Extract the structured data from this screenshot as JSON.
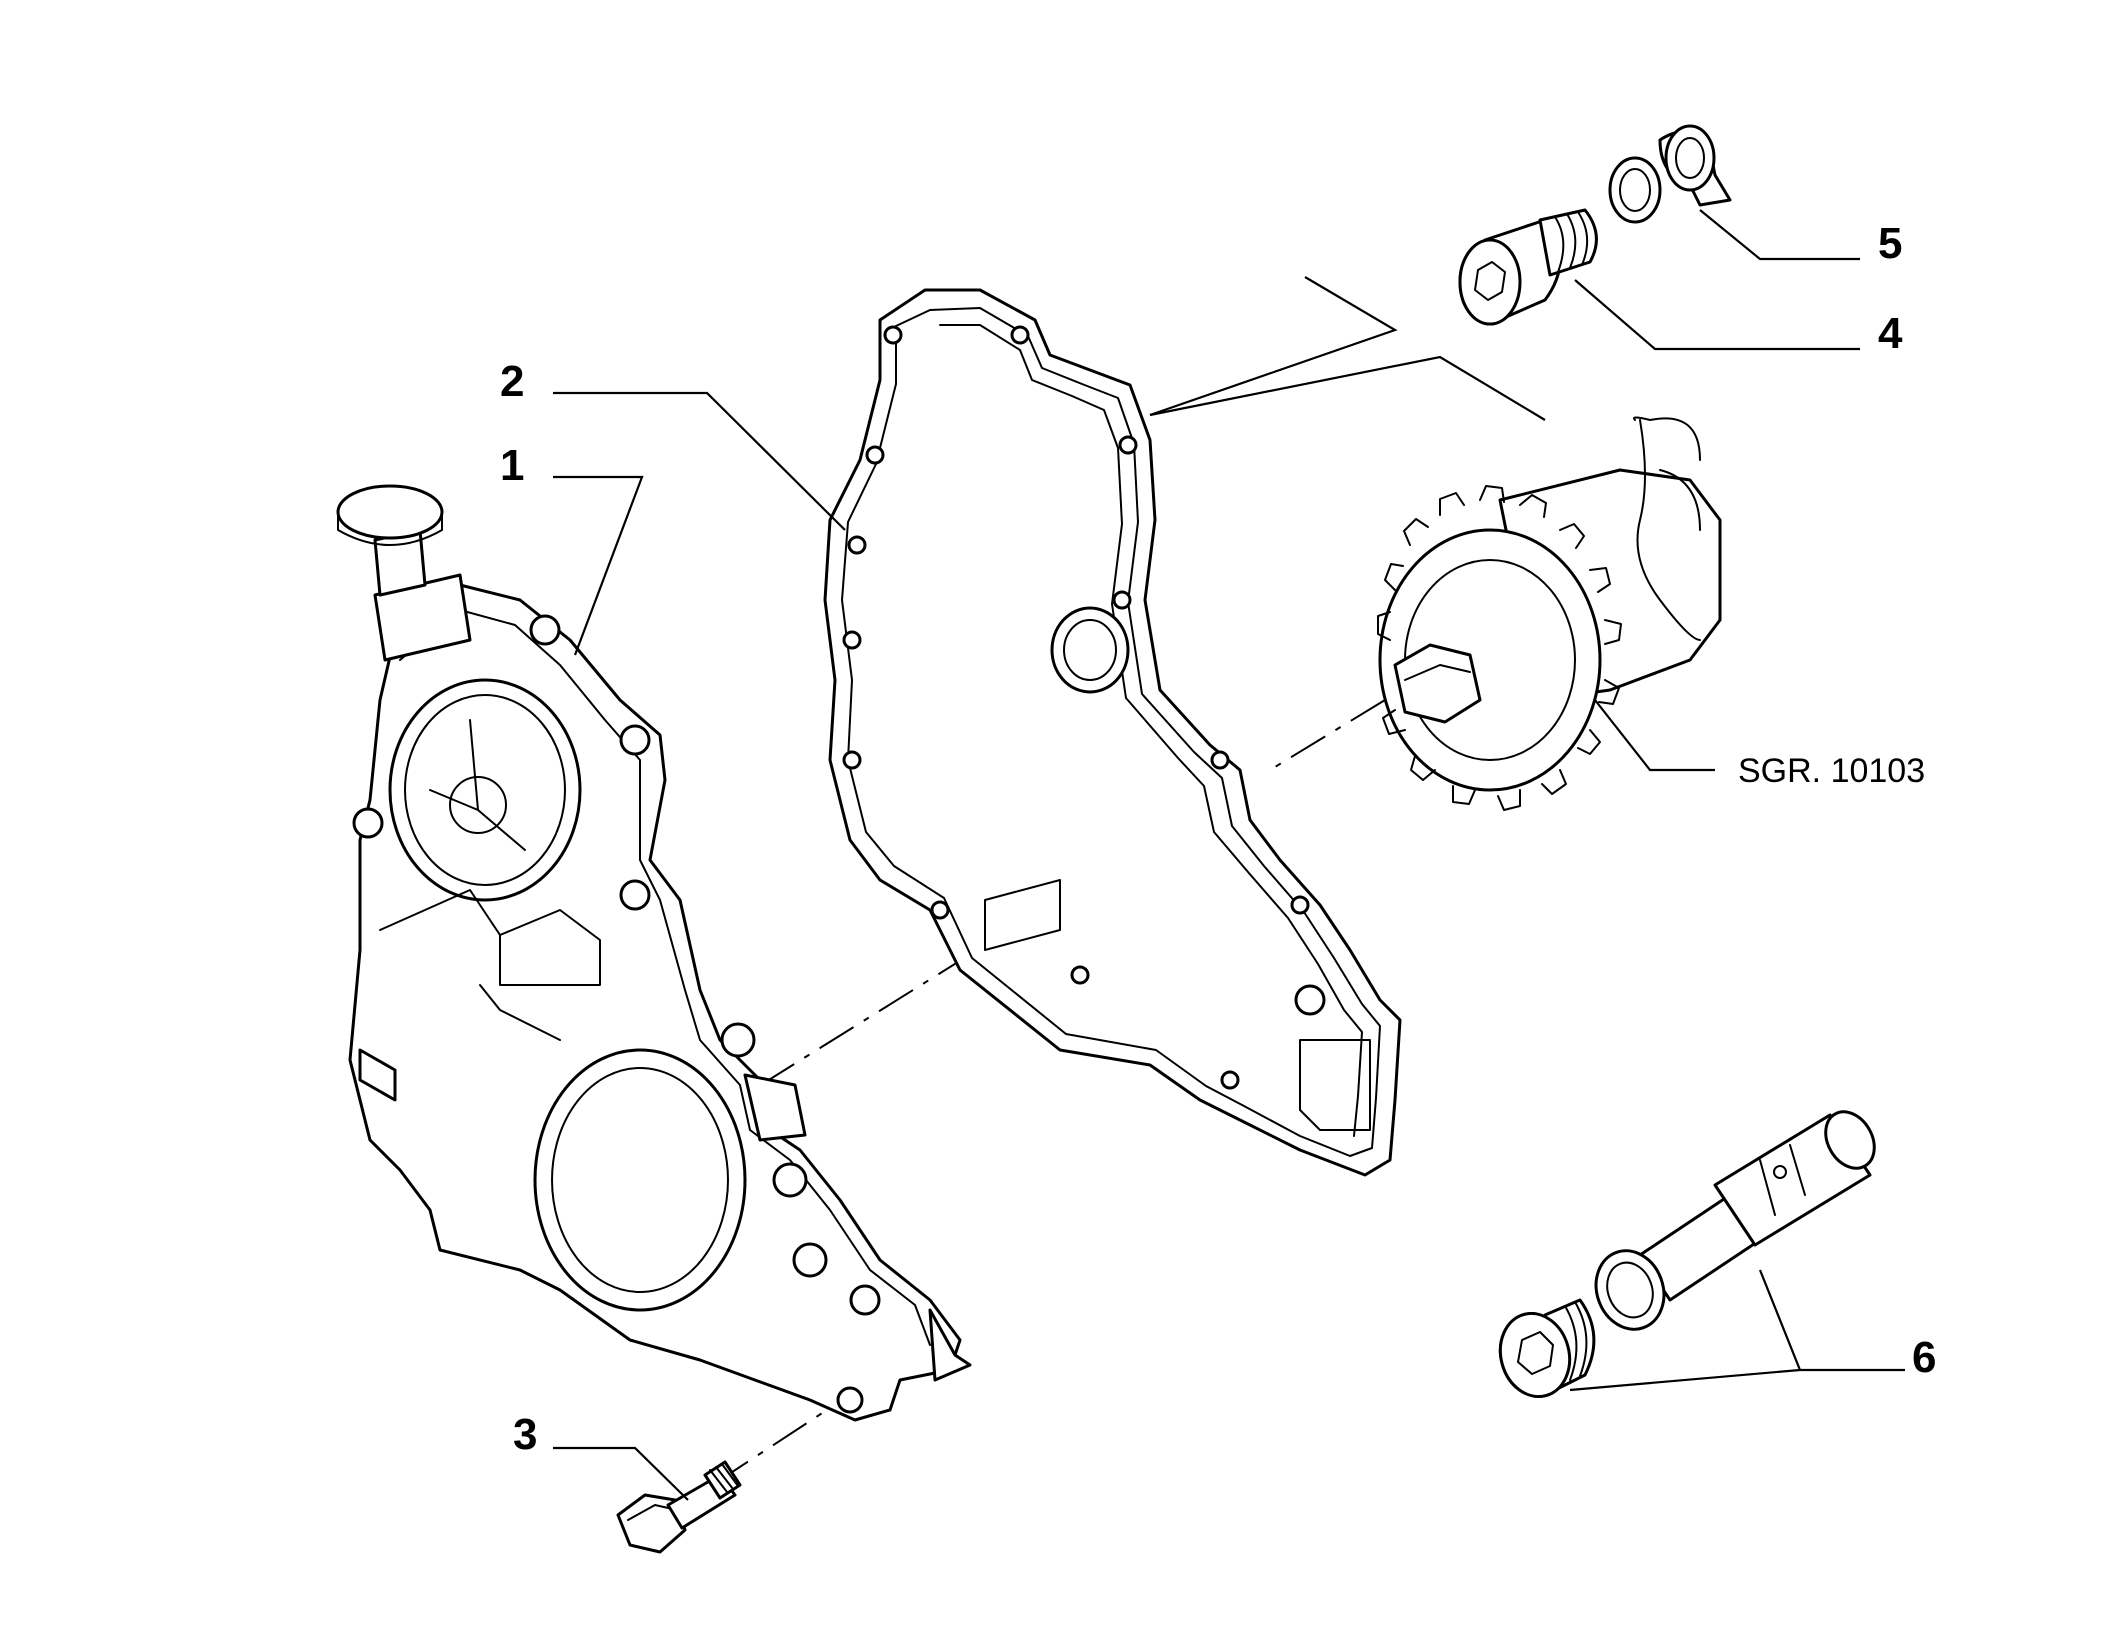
{
  "callouts": [
    {
      "id": "1",
      "label": "1"
    },
    {
      "id": "2",
      "label": "2"
    },
    {
      "id": "3",
      "label": "3"
    },
    {
      "id": "4",
      "label": "4"
    },
    {
      "id": "5",
      "label": "5"
    },
    {
      "id": "6",
      "label": "6"
    }
  ],
  "reference": {
    "label": "SGR. 10103"
  }
}
